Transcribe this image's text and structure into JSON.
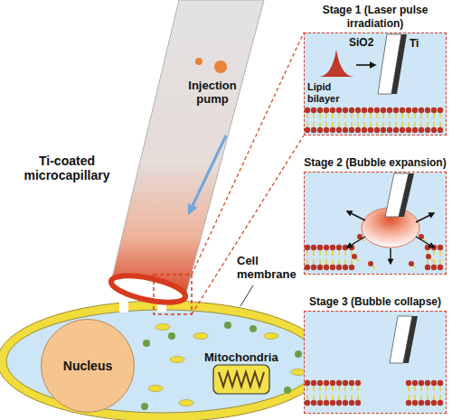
{
  "diagram": {
    "nodes": [
      {
        "text": [
          "Stage 1 (Laser pulse irradiation)"
        ]
      },
      {
        "text": [
          "Stage 2 (Bubble expansion)"
        ]
      },
      {
        "text": [
          "Stage 3 (Bubble collapse)"
        ]
      },
      {
        "text": [
          "Nucleus"
        ]
      },
      {
        "text": [
          "Mitochondria"
        ]
      }
    ],
    "labels": [
      "Injection pump",
      "Ti-coated microcapillary",
      "Cell membrane",
      "SiO2",
      "Ti",
      "Lipid bilayer"
    ]
  }
}
